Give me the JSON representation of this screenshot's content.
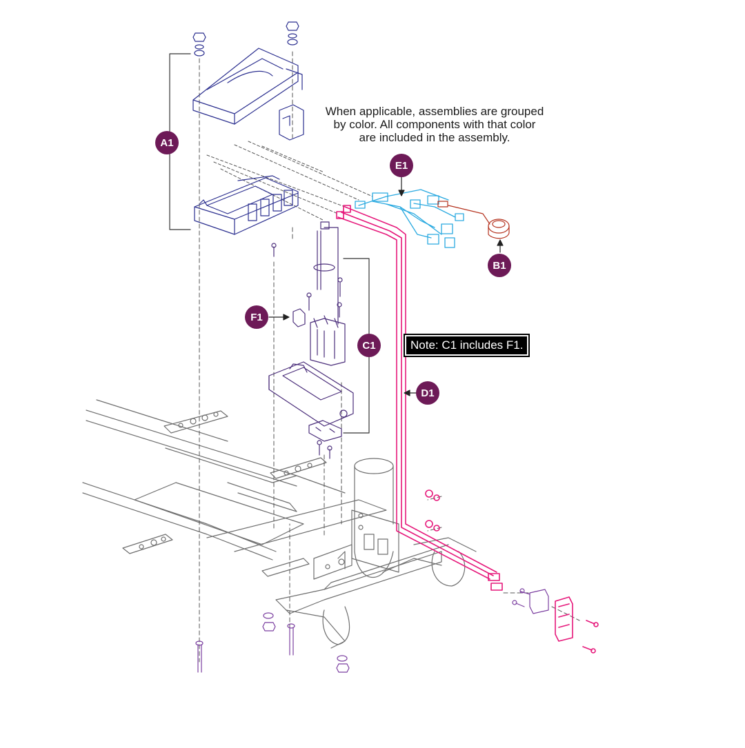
{
  "note": {
    "lines": [
      "When applicable, assemblies are grouped",
      "by color. All components with that color",
      "are included in the assembly."
    ],
    "box": "Note: C1 includes F1."
  },
  "callouts": {
    "a1": "A1",
    "e1": "E1",
    "b1": "B1",
    "f1": "F1",
    "c1": "C1",
    "d1": "D1"
  },
  "colors": {
    "badge": "#6d1a57",
    "controller_blue": "#2b2f8f",
    "harness_cyan": "#29a9e0",
    "cable_magenta": "#e6177a",
    "bracket_purple": "#4a2d7a",
    "brake_red": "#b5331f",
    "frame_gray": "#6e6e6e",
    "hardware_violet": "#7b3fa0"
  }
}
